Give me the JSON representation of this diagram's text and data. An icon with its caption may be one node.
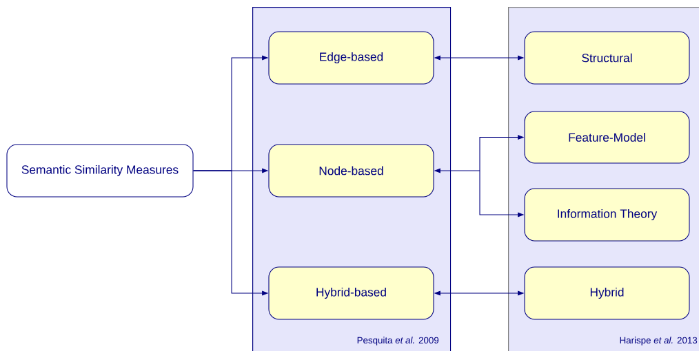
{
  "diagram": {
    "nodes": [
      {
        "text": [
          "Semantic Similarity Measures"
        ]
      },
      {
        "text": [
          "Pesquita *et al.* 2009"
        ]
      },
      {
        "text": [
          "Edge-based"
        ],
        "in": 1
      },
      {
        "text": [
          "Node-based"
        ],
        "in": 1
      },
      {
        "text": [
          "Hybrid-based"
        ],
        "in": 1
      },
      {
        "text": [
          "Harispe *et al.* 2013"
        ]
      },
      {
        "text": [
          "Structural"
        ],
        "in": 5
      },
      {
        "text": [
          "Feature-Model"
        ],
        "in": 5
      },
      {
        "text": [
          "Information Theory"
        ],
        "in": 5
      },
      {
        "text": [
          "Hybrid"
        ],
        "in": 5
      }
    ],
    "edges": [
      {
        "from": 0,
        "to": 2,
        "arrow": "to"
      },
      {
        "from": 0,
        "to": 3,
        "arrow": "to"
      },
      {
        "from": 0,
        "to": 4,
        "arrow": "to"
      },
      {
        "from": 2,
        "to": 6,
        "arrow": "both"
      },
      {
        "from": 3,
        "to": 7,
        "arrow": "both"
      },
      {
        "from": 3,
        "to": 8,
        "arrow": "both"
      },
      {
        "from": 4,
        "to": 9,
        "arrow": "both"
      }
    ]
  }
}
